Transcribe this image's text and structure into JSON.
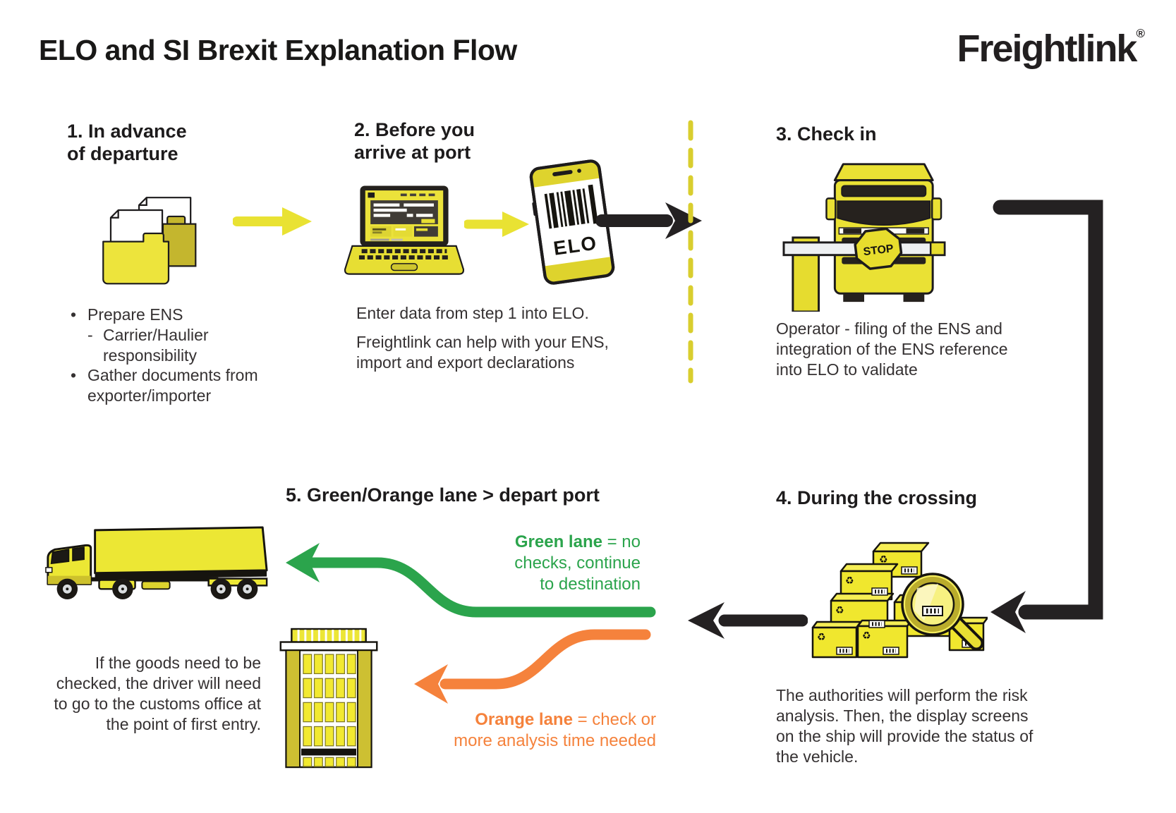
{
  "title": "ELO and SI Brexit Explanation Flow",
  "logo": {
    "name": "Freightlink",
    "registered": "®"
  },
  "colors": {
    "yellow": "#ece52f",
    "olive": "#c9bb2f",
    "green": "#2ba44c",
    "orange": "#f5823c",
    "ink": "#221f20"
  },
  "icons": {
    "recycle_glyph": "♻"
  },
  "step1": {
    "heading": "1. In advance\nof departure",
    "items": [
      {
        "mark": "•",
        "text": "Prepare ENS"
      },
      {
        "mark": "-",
        "text": "Carrier/Haulier responsibility"
      },
      {
        "mark": "•",
        "text": "Gather documents from exporter/importer"
      }
    ]
  },
  "step2": {
    "heading": "2. Before you\narrive at port",
    "para1": "Enter data from step 1 into ELO.",
    "para2": "Freightlink can help with your ENS, import and export declarations",
    "phone_text": "ELO"
  },
  "step3": {
    "heading": "3. Check in",
    "sign_text": "STOP",
    "para": "Operator - filing of the ENS and integration of the ENS reference into ELO to validate"
  },
  "step4": {
    "heading": "4. During the crossing",
    "para": "The authorities will perform the risk analysis. Then, the display screens on the ship will provide the status of the vehicle."
  },
  "step5": {
    "heading": "5. Green/Orange lane > depart port",
    "green_bold": "Green lane",
    "green_line1_rest": " = no",
    "green_line2": "checks, continue",
    "green_line3": "to destination",
    "orange_bold": "Orange lane",
    "orange_line1_rest": " = check or",
    "orange_line2": "more analysis time needed",
    "customs_note": "If the goods need to be checked, the driver will need to go to the customs office at the point of first entry."
  }
}
